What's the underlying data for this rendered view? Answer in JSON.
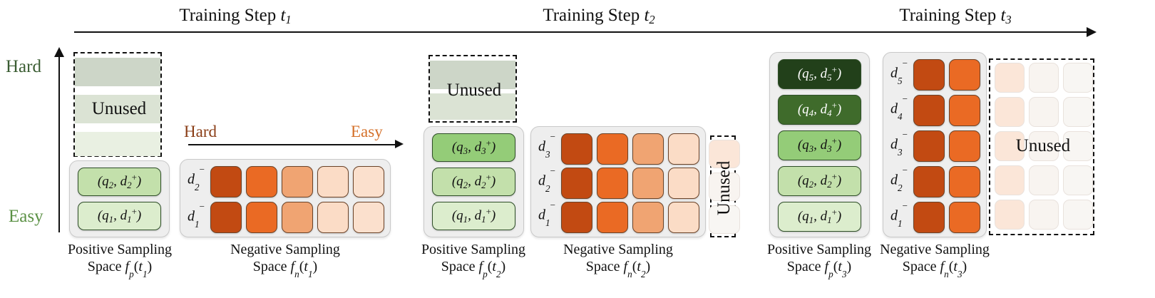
{
  "timeline": {
    "steps": [
      {
        "label": "Training Step",
        "symbol": "t",
        "index": "1"
      },
      {
        "label": "Training Step",
        "symbol": "t",
        "index": "2"
      },
      {
        "label": "Training Step",
        "symbol": "t",
        "index": "3"
      }
    ]
  },
  "axis": {
    "vertical": {
      "top_label": "Hard",
      "bottom_label": "Easy",
      "top_color": "#3b5d33",
      "bottom_color": "#5b9145"
    },
    "difficulty": {
      "left_label": "Hard",
      "right_label": "Easy",
      "left_color": "#8a3d16",
      "right_color": "#d4702a"
    }
  },
  "unused_label": "Unused",
  "captions": {
    "positive_line1": "Positive Sampling",
    "positive_line2": "Space",
    "positive_fn": "f",
    "positive_sub": "p",
    "negative_line1": "Negative Sampling",
    "negative_line2": "Space",
    "negative_fn": "f",
    "negative_sub": "n"
  },
  "palette": {
    "green_scale": [
      "#dcedcd",
      "#c3e0ab",
      "#94cc78",
      "#3f6b2b",
      "#22401a"
    ],
    "green_faded": [
      "#cdd6c8",
      "#dbe3d4",
      "#e9f0e2"
    ],
    "orange_scale": [
      "#c24a12",
      "#ea6a24",
      "#f0a472",
      "#fbdcc6",
      "#fbe0cd"
    ],
    "orange_faint": [
      "#fbe6d8",
      "#f8f4f0",
      "#f8f6f3"
    ],
    "panel_bg": "#eeeeee",
    "panel_border": "#c9c9c9",
    "dash_border": "#111111"
  },
  "steps": [
    {
      "id": "t1",
      "positive": {
        "items": [
          {
            "q": "q",
            "qs": "2",
            "d": "d",
            "ds": "2",
            "sign": "+",
            "fill": "#c3e0ab",
            "text_color": "#111"
          },
          {
            "q": "q",
            "qs": "1",
            "d": "d",
            "ds": "1",
            "sign": "+",
            "fill": "#dcedcd",
            "text_color": "#111"
          }
        ],
        "unused_bands": [
          "#cdd6c8",
          "#dbe3d4",
          "#e9f0e2"
        ]
      },
      "negative": {
        "rows": [
          {
            "label": "d",
            "sub": "2",
            "sup": "-",
            "cells": [
              "#c24a12",
              "#ea6a24",
              "#f0a472",
              "#fbdcc6",
              "#fbe0cd"
            ]
          },
          {
            "label": "d",
            "sub": "1",
            "sup": "-",
            "cells": [
              "#c24a12",
              "#ea6a24",
              "#f0a472",
              "#fbdcc6",
              "#fbe0cd"
            ]
          }
        ],
        "unused_cols": 0
      }
    },
    {
      "id": "t2",
      "positive": {
        "items": [
          {
            "q": "q",
            "qs": "3",
            "d": "d",
            "ds": "3",
            "sign": "+",
            "fill": "#94cc78",
            "text_color": "#111"
          },
          {
            "q": "q",
            "qs": "2",
            "d": "d",
            "ds": "2",
            "sign": "+",
            "fill": "#c3e0ab",
            "text_color": "#111"
          },
          {
            "q": "q",
            "qs": "1",
            "d": "d",
            "ds": "1",
            "sign": "+",
            "fill": "#dcedcd",
            "text_color": "#111"
          }
        ],
        "unused_bands": [
          "#cdd6c8",
          "#dbe3d4"
        ]
      },
      "negative": {
        "rows": [
          {
            "label": "d",
            "sub": "3",
            "sup": "-",
            "cells": [
              "#c24a12",
              "#ea6a24",
              "#f0a472",
              "#fbdcc6"
            ]
          },
          {
            "label": "d",
            "sub": "2",
            "sup": "-",
            "cells": [
              "#c24a12",
              "#ea6a24",
              "#f0a472",
              "#fbdcc6"
            ]
          },
          {
            "label": "d",
            "sub": "1",
            "sup": "-",
            "cells": [
              "#c24a12",
              "#ea6a24",
              "#f0a472",
              "#fbdcc6"
            ]
          }
        ],
        "unused_cols": 1
      }
    },
    {
      "id": "t3",
      "positive": {
        "items": [
          {
            "q": "q",
            "qs": "5",
            "d": "d",
            "ds": "5",
            "sign": "+",
            "fill": "#22401a",
            "text_color": "#ffffff"
          },
          {
            "q": "q",
            "qs": "4",
            "d": "d",
            "ds": "4",
            "sign": "+",
            "fill": "#3f6b2b",
            "text_color": "#ffffff"
          },
          {
            "q": "q",
            "qs": "3",
            "d": "d",
            "ds": "3",
            "sign": "+",
            "fill": "#94cc78",
            "text_color": "#111"
          },
          {
            "q": "q",
            "qs": "2",
            "d": "d",
            "ds": "2",
            "sign": "+",
            "fill": "#c3e0ab",
            "text_color": "#111"
          },
          {
            "q": "q",
            "qs": "1",
            "d": "d",
            "ds": "1",
            "sign": "+",
            "fill": "#dcedcd",
            "text_color": "#111"
          }
        ],
        "unused_bands": []
      },
      "negative": {
        "rows": [
          {
            "label": "d",
            "sub": "5",
            "sup": "-",
            "cells": [
              "#c24a12",
              "#ea6a24"
            ]
          },
          {
            "label": "d",
            "sub": "4",
            "sup": "-",
            "cells": [
              "#c24a12",
              "#ea6a24"
            ]
          },
          {
            "label": "d",
            "sub": "3",
            "sup": "-",
            "cells": [
              "#c24a12",
              "#ea6a24"
            ]
          },
          {
            "label": "d",
            "sub": "2",
            "sup": "-",
            "cells": [
              "#c24a12",
              "#ea6a24"
            ]
          },
          {
            "label": "d",
            "sub": "1",
            "sup": "-",
            "cells": [
              "#c24a12",
              "#ea6a24"
            ]
          }
        ],
        "unused_cols": 3,
        "unused_cell_colors": [
          "#fbe6d8",
          "#f8f4f0",
          "#f8f6f3"
        ]
      }
    }
  ]
}
